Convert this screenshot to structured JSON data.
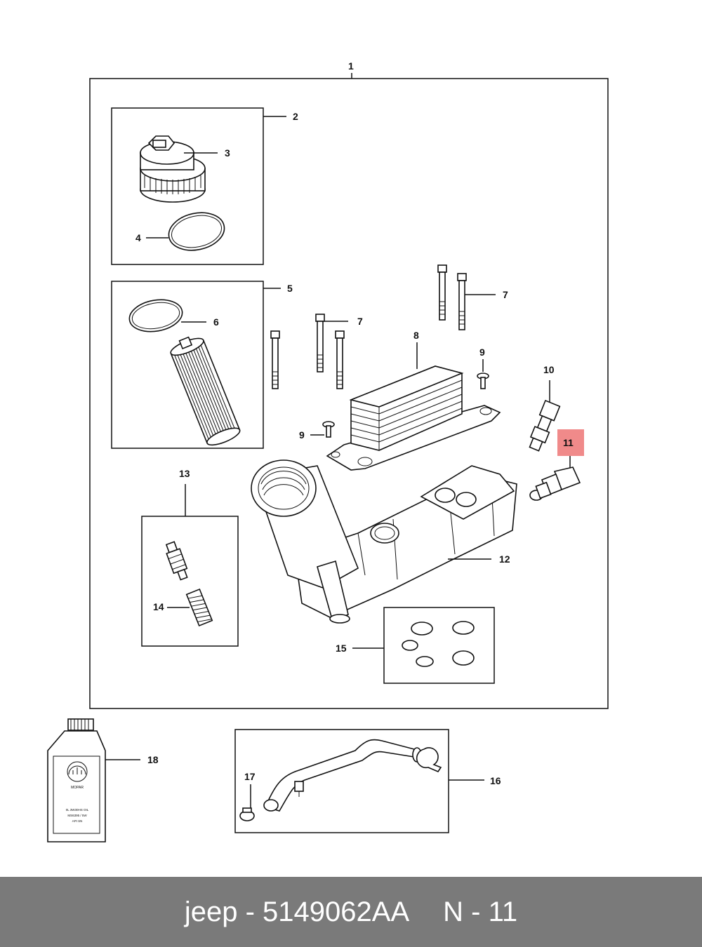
{
  "callouts": {
    "c1": "1",
    "c2": "2",
    "c3": "3",
    "c4": "4",
    "c5": "5",
    "c6": "6",
    "c7a": "7",
    "c7b": "7",
    "c8": "8",
    "c9a": "9",
    "c9b": "9",
    "c10": "10",
    "c11": "11",
    "c12": "12",
    "c13": "13",
    "c14": "14",
    "c15": "15",
    "c16": "16",
    "c17": "17",
    "c18": "18"
  },
  "highlight_color": "#f08a8a",
  "bottle_label": {
    "brand": "MOPAR",
    "line1": "0L 3W30HS OIL",
    "line2": "MS6395 / 5W",
    "line3": "API SN"
  },
  "footer": {
    "part_text": "jeep - 5149062AA",
    "ref_text": "N - 11",
    "bg_color": "#7a7a7a"
  }
}
